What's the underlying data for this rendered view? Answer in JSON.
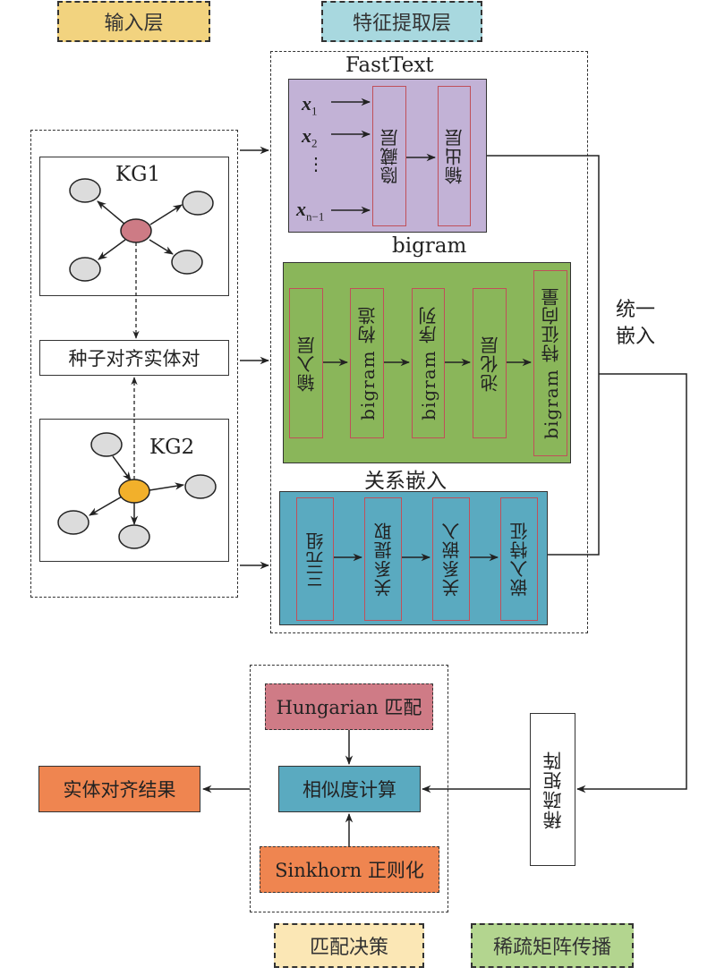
{
  "legend": {
    "input_layer": "输入层",
    "feature_layer": "特征提取层",
    "match_decision": "匹配决策",
    "sparse_propagation": "稀疏矩阵传播"
  },
  "colors": {
    "input_legend": "#f2d37f",
    "feature_legend": "#a8d8df",
    "match_legend": "#fbe7b5",
    "sparse_legend": "#b3d58f",
    "fasttext_panel": "#c2b2d6",
    "bigram_panel": "#8ab65a",
    "relation_panel": "#5aaac0",
    "kg1_center": "#cd7b85",
    "kg2_center": "#f2b02b",
    "node": "#dcdcdc",
    "hungarian": "#cf7b86",
    "similarity": "#5aaac0",
    "sinkhorn": "#ef8550",
    "result": "#ef8550",
    "cell_border": "#c0505a"
  },
  "input": {
    "kg1_label": "KG1",
    "kg2_label": "KG2",
    "seed_pairs": "种子对齐实体对"
  },
  "fasttext": {
    "title": "FastText",
    "inputs": [
      {
        "var": "x",
        "sub": "1"
      },
      {
        "var": "x",
        "sub": "2"
      },
      {
        "var": "⋮",
        "sub": ""
      },
      {
        "var": "x",
        "sub": "n−1"
      }
    ],
    "hidden": "隐藏层",
    "output": "输出层"
  },
  "bigram": {
    "title": "bigram",
    "steps": [
      "输入层",
      "bigram 构造",
      "bigram 序列",
      "池化层",
      "bigram 特征向量"
    ]
  },
  "relation": {
    "title": "关系嵌入",
    "steps": [
      "三元组",
      "关系提取",
      "关系嵌入",
      "嵌入特征"
    ]
  },
  "unified_embedding": [
    "统一",
    "嵌入"
  ],
  "sparse_matrix": "稀疏矩阵",
  "matching": {
    "hungarian": "Hungarian 匹配",
    "similarity": "相似度计算",
    "sinkhorn": "Sinkhorn 正则化"
  },
  "result": "实体对齐结果"
}
